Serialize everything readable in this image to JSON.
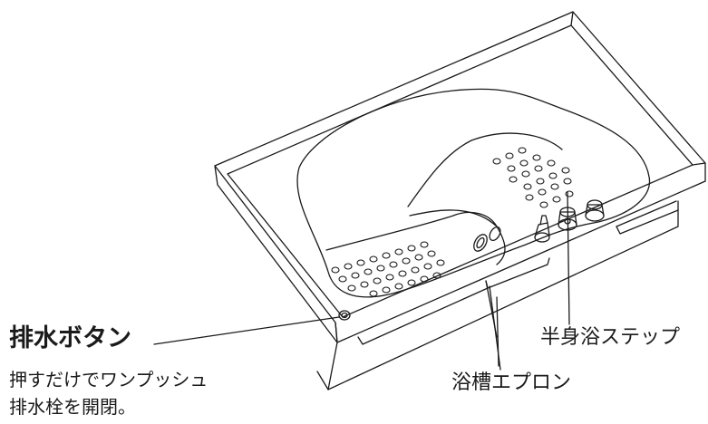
{
  "labels": {
    "drain_button": {
      "title": "排水ボタン",
      "description": "押すだけでワンプッシュ\n排水栓を開閉。"
    },
    "half_bath_step": "半身浴ステップ",
    "bath_apron": "浴槽エプロン"
  },
  "colors": {
    "line": "#1a1a1a",
    "background": "#ffffff"
  }
}
